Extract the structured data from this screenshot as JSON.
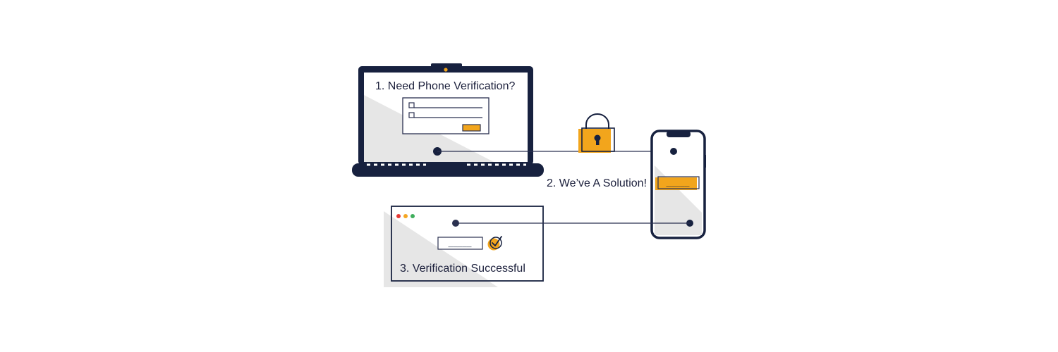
{
  "steps": {
    "step1": "1. Need Phone Verification?",
    "step2": "2. We’ve A Solution!",
    "step3": "3. Verification Successful"
  },
  "code_placeholder": "_____",
  "icons": {
    "lock": "padlock-icon",
    "check": "checkmark-circle-icon",
    "window_dots": [
      "red",
      "yellow",
      "green"
    ]
  },
  "colors": {
    "navy": "#17213f",
    "accent": "#f2a51c",
    "shade": "#e6e6e6",
    "line": "#2b3150",
    "dot_red": "#e53935",
    "dot_yellow": "#f5a623",
    "dot_green": "#3fae5c"
  }
}
